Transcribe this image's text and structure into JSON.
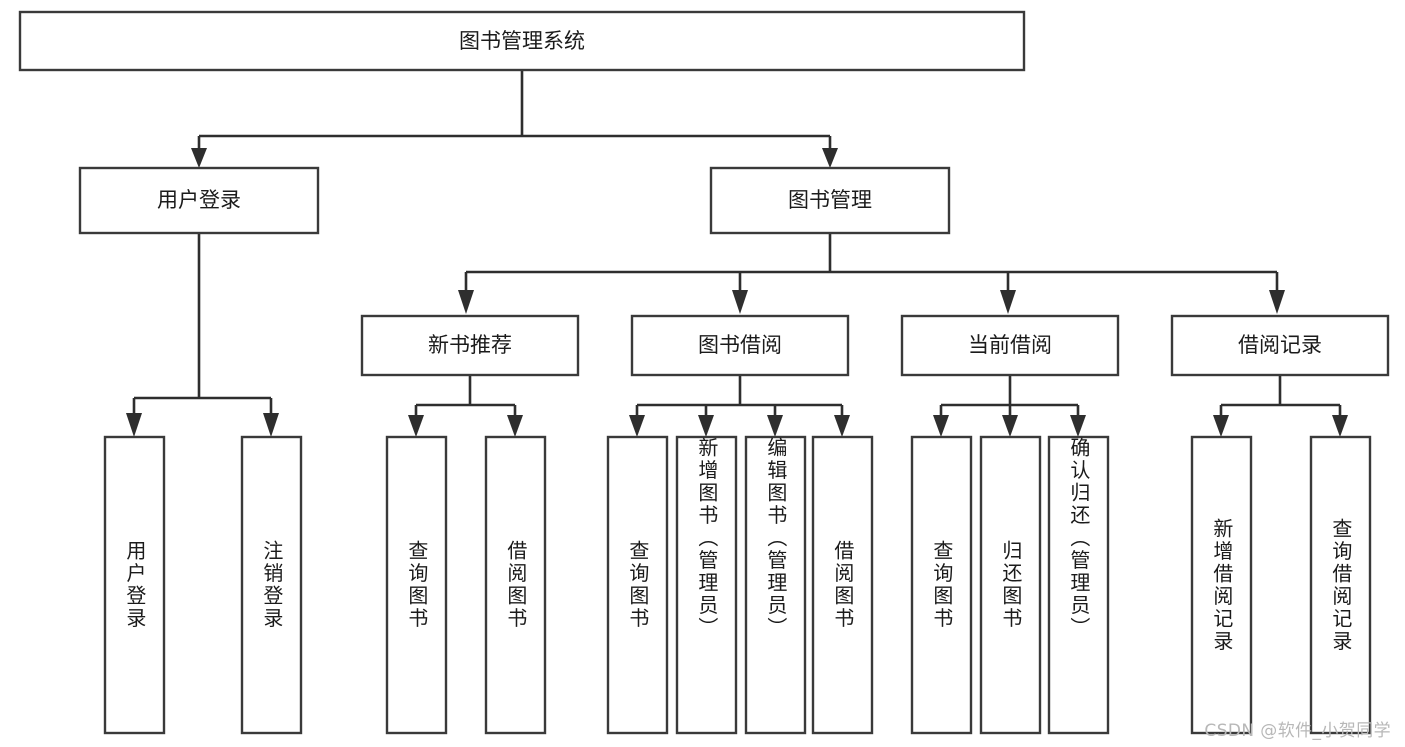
{
  "diagram": {
    "type": "tree",
    "title": "图书管理系统",
    "watermark": "CSDN @软件_小贺同学",
    "colors": {
      "box_fill": "#ffffff",
      "box_stroke": "#3a3a3a",
      "connector": "#2e2e2e",
      "text": "#1b1b1b",
      "watermark": "#b8b8b8"
    },
    "levels": {
      "root": {
        "label": "图书管理系统"
      },
      "level2": [
        {
          "label": "用户登录"
        },
        {
          "label": "图书管理"
        }
      ],
      "level3": [
        {
          "label": "新书推荐"
        },
        {
          "label": "图书借阅"
        },
        {
          "label": "当前借阅"
        },
        {
          "label": "借阅记录"
        }
      ]
    },
    "leaves": {
      "user_login": [
        {
          "label": "用户登录"
        },
        {
          "label": "注销登录"
        }
      ],
      "new_book_recommend": [
        {
          "label": "查询图书"
        },
        {
          "label": "借阅图书"
        }
      ],
      "book_borrow": [
        {
          "label": "查询图书"
        },
        {
          "label": "新增图书（管理员）"
        },
        {
          "label": "编辑图书（管理员）"
        },
        {
          "label": "借阅图书"
        }
      ],
      "current_borrow": [
        {
          "label": "查询图书"
        },
        {
          "label": "归还图书"
        },
        {
          "label": "确认归还（管理员）"
        }
      ],
      "borrow_record": [
        {
          "label": "新增借阅记录"
        },
        {
          "label": "查询借阅记录"
        }
      ]
    }
  }
}
